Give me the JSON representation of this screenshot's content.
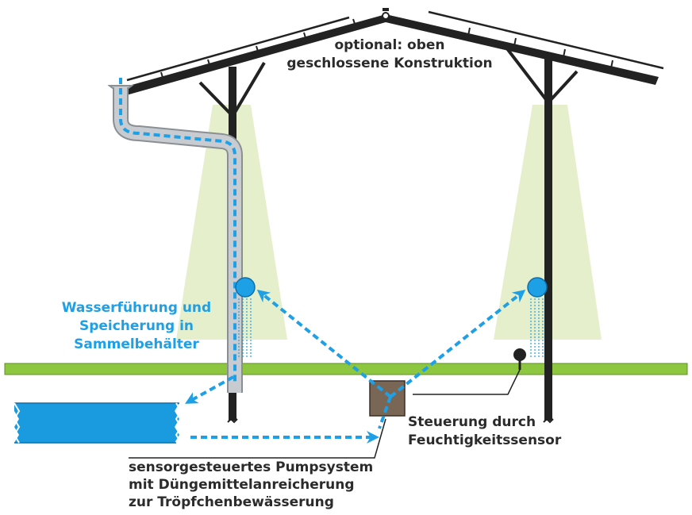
{
  "labels": {
    "roof_line1": "optional: oben",
    "roof_line2": "geschlossene Konstruktion",
    "water_line1": "Wasserführung und",
    "water_line2": "Speicherung in",
    "water_line3": "Sammelbehälter",
    "sensor_line1": "Steuerung durch",
    "sensor_line2": "Feuchtigkeitssensor",
    "pump_line1": "sensorgesteuertes Pumpsystem",
    "pump_line2": "mit Düngemittelanreicherung",
    "pump_line3": "zur Tröpfchenbewässerung"
  },
  "colors": {
    "water": "#1ea0e6",
    "ground": "#8dc63f",
    "structure": "#222222",
    "pump_box": "#7a6654",
    "light_cone": "#e6efcc",
    "downpipe": "#c8ccd0",
    "tank": "#1a9be0"
  }
}
